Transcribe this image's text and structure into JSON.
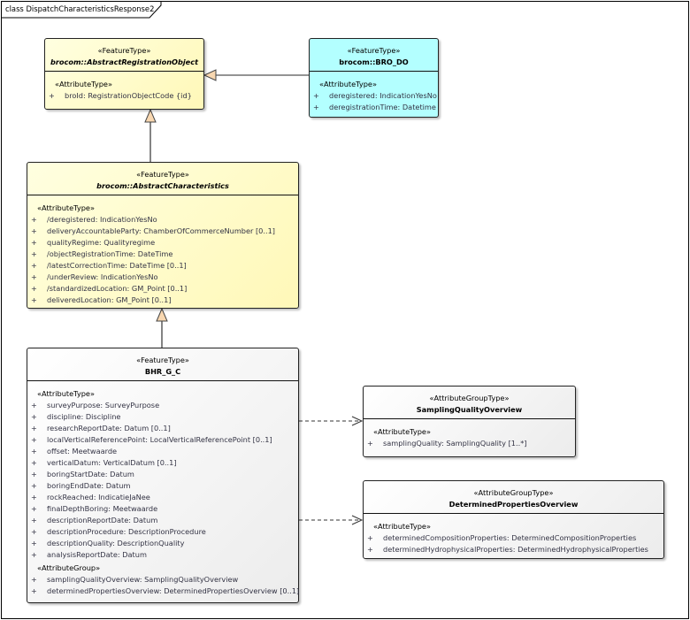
{
  "frame": {
    "title": "class DispatchCharacteristicsResponse2"
  },
  "colors": {
    "abstract_fill": "#fffbc8",
    "bro_do_fill": "#b3ffff",
    "concrete_fill": "#f2f2f2",
    "generalization_arrow": "#f8d7b0"
  },
  "classes": {
    "aro": {
      "stereotype": "«FeatureType»",
      "name": "brocom::AbstractRegistrationObject",
      "italic": true,
      "sections": [
        {
          "label": "«AttributeType»",
          "attrs": [
            "broId: RegistrationObjectCode {id}"
          ]
        }
      ]
    },
    "brodo": {
      "stereotype": "«FeatureType»",
      "name": "brocom::BRO_DO",
      "italic": false,
      "sections": [
        {
          "label": "«AttributeType»",
          "attrs": [
            "deregistered: IndicationYesNo",
            "deregistrationTime: Datetime"
          ]
        }
      ]
    },
    "ac": {
      "stereotype": "«FeatureType»",
      "name": "brocom::AbstractCharacteristics",
      "italic": true,
      "sections": [
        {
          "label": "«AttributeType»",
          "attrs": [
            "/deregistered: IndicationYesNo",
            "deliveryAccountableParty: ChamberOfCommerceNumber [0..1]",
            "qualityRegime: Qualityregime",
            "/objectRegistrationTime: DateTime",
            "/latestCorrectionTime: DateTime [0..1]",
            "/underReview: IndicationYesNo",
            "/standardizedLocation: GM_Point [0..1]",
            "deliveredLocation: GM_Point [0..1]"
          ]
        }
      ]
    },
    "bhr": {
      "stereotype": "«FeatureType»",
      "name": "BHR_G_C",
      "italic": false,
      "sections": [
        {
          "label": "«AttributeType»",
          "attrs": [
            "surveyPurpose: SurveyPurpose",
            "discipline: Discipline",
            "researchReportDate: Datum [0..1]",
            "localVerticalReferencePoint: LocalVerticalReferencePoint [0..1]",
            "offset: Meetwaarde",
            "verticalDatum: VerticalDatum [0..1]",
            "boringStartDate: Datum",
            "boringEndDate: Datum",
            "rockReached: IndicatieJaNee",
            "finalDepthBoring: Meetwaarde",
            "descriptionReportDate: Datum",
            "descriptionProcedure: DescriptionProcedure",
            "descriptionQuality: DescriptionQuality",
            "analysisReportDate: Datum"
          ]
        },
        {
          "label": "«AttributeGroup»",
          "attrs": [
            "samplingQualityOverview: SamplingQualityOverview",
            "determinedPropertiesOverview: DeterminedPropertiesOverview [0..1]"
          ]
        }
      ]
    },
    "sqo": {
      "stereotype": "«AttributeGroupType»",
      "name": "SamplingQualityOverview",
      "italic": false,
      "sections": [
        {
          "label": "«AttributeType»",
          "attrs": [
            "samplingQuality: SamplingQuality [1..*]"
          ]
        }
      ]
    },
    "dpo": {
      "stereotype": "«AttributeGroupType»",
      "name": "DeterminedPropertiesOverview",
      "italic": false,
      "sections": [
        {
          "label": "«AttributeType»",
          "attrs": [
            "determinedCompositionProperties: DeterminedCompositionProperties",
            "determinedHydrophysicalProperties: DeterminedHydrophysicalProperties"
          ]
        }
      ]
    }
  },
  "visibility_symbol": "+"
}
